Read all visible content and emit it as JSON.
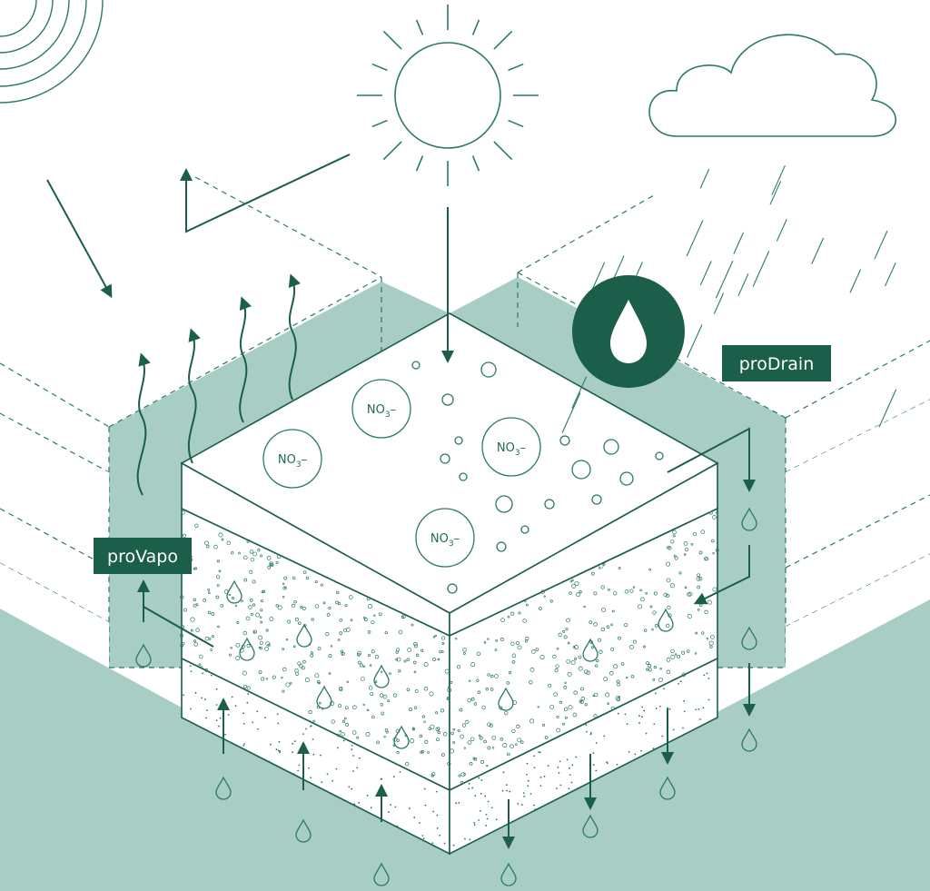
{
  "labels": {
    "drain": "proDrain",
    "vapo": "proVapo"
  },
  "nitrate": {
    "base": "NO",
    "sub": "3",
    "charge": "–"
  },
  "colors": {
    "dark_green": "#1b5e4a",
    "line_green": "#2b7a62",
    "ground_fill": "#a7cdc5",
    "background": "#ffffff"
  },
  "icons": {
    "drain_badge": "water-drop-icon",
    "sun": "sun-icon",
    "cloud": "cloud-icon",
    "wind": "wind-waves-icon"
  }
}
